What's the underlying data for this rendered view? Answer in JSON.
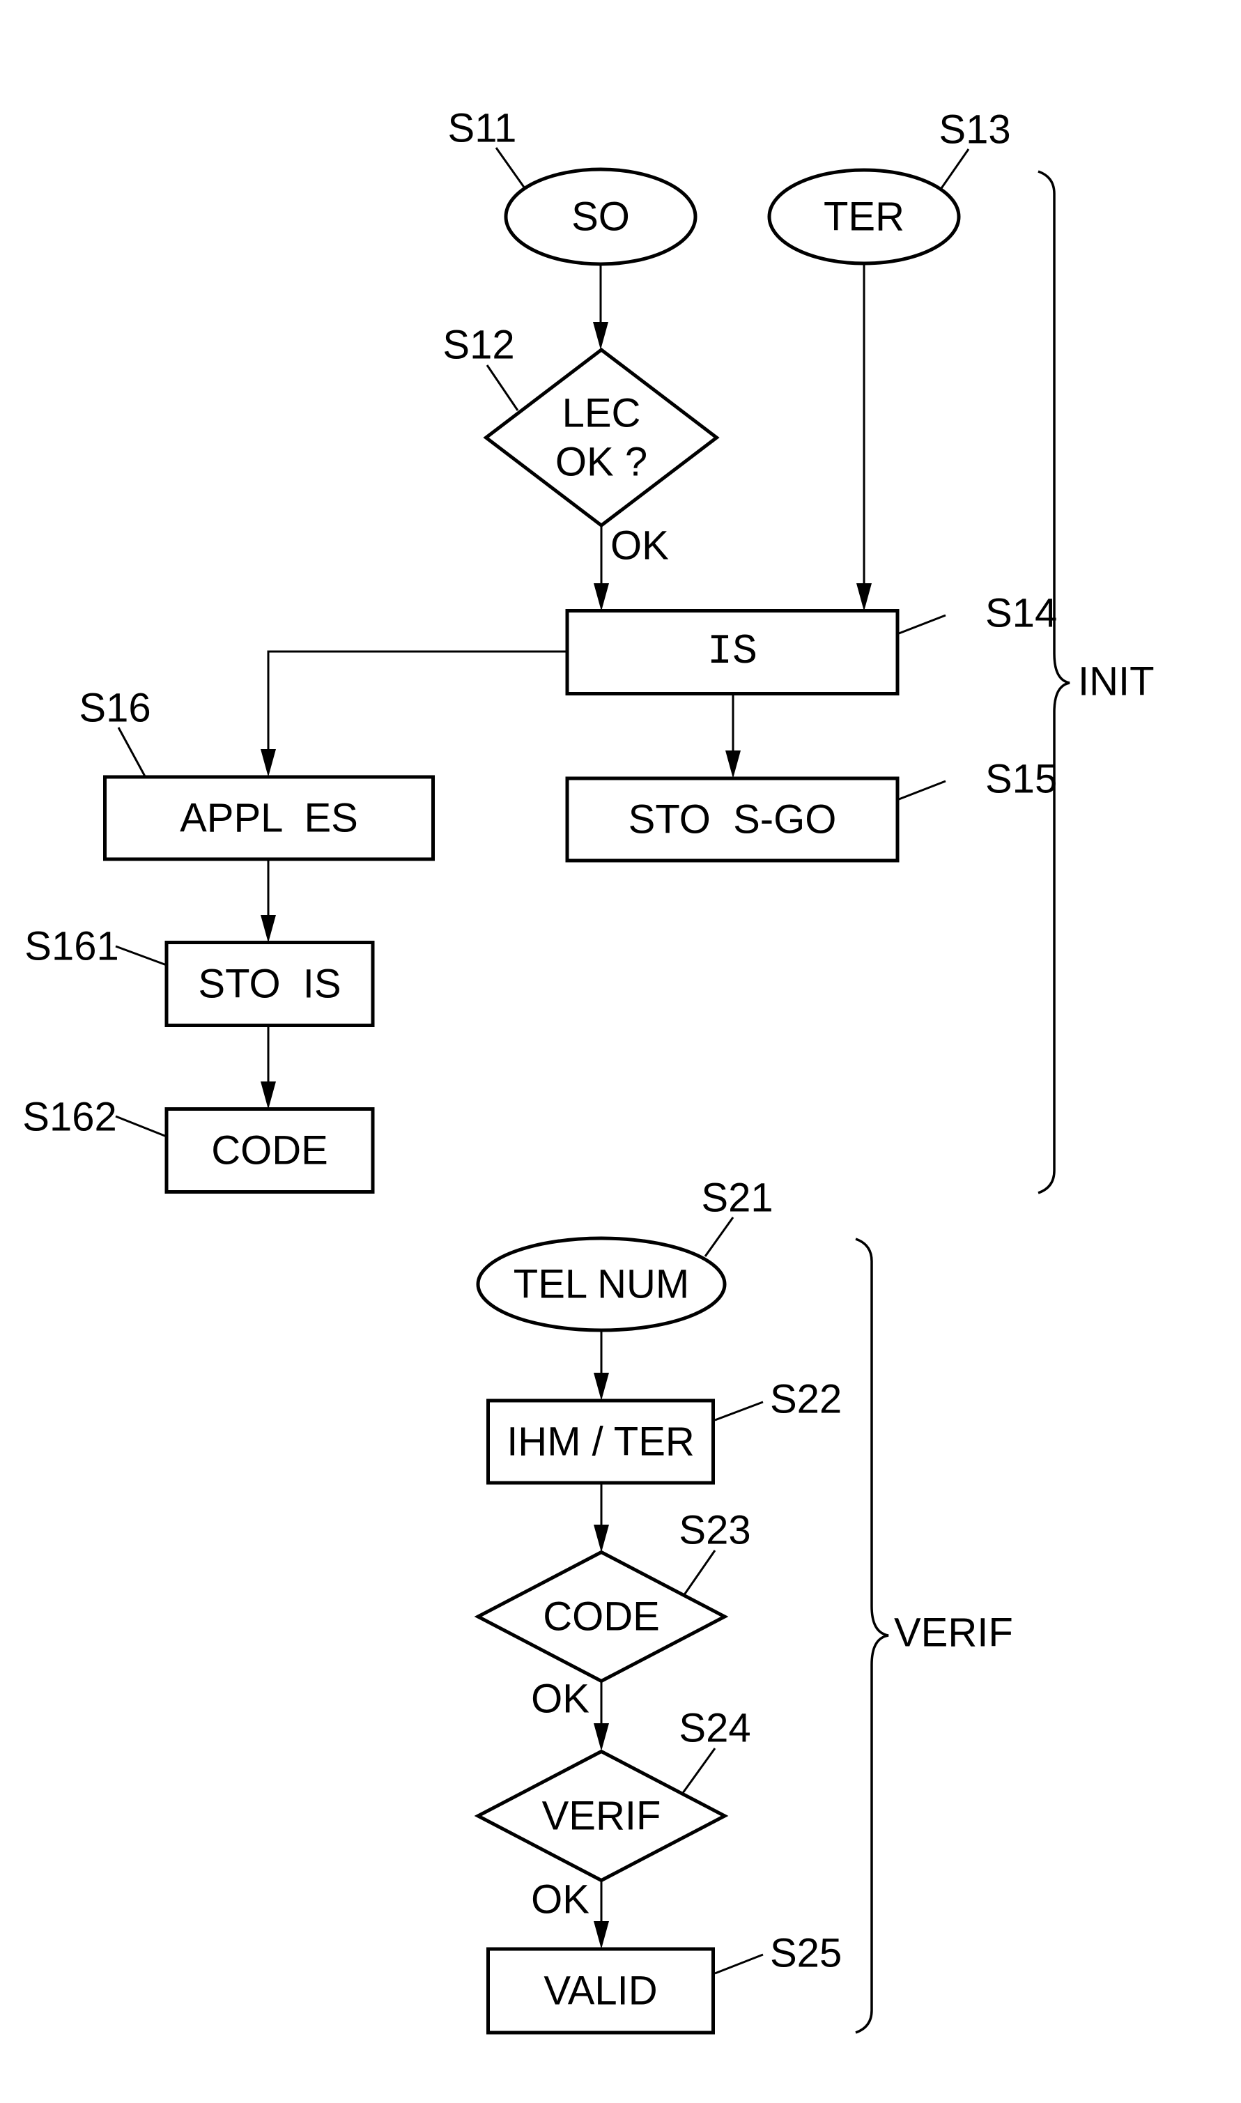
{
  "diagram": {
    "type": "flowchart",
    "groups": [
      {
        "id": "init",
        "label": "INIT"
      },
      {
        "id": "verif",
        "label": "VERIF"
      }
    ],
    "nodes": [
      {
        "id": "S11",
        "ref": "S11",
        "shape": "ellipse",
        "lines": [
          "SO"
        ],
        "group": "init"
      },
      {
        "id": "S13",
        "ref": "S13",
        "shape": "ellipse",
        "lines": [
          "TER"
        ],
        "group": "init"
      },
      {
        "id": "S12",
        "ref": "S12",
        "shape": "diamond",
        "lines": [
          "LEC",
          "OK ?"
        ],
        "group": "init"
      },
      {
        "id": "S14",
        "ref": "S14",
        "shape": "rect",
        "lines": [
          "IS"
        ],
        "group": "init",
        "mono": true
      },
      {
        "id": "S15",
        "ref": "S15",
        "shape": "rect",
        "lines": [
          "STO  S-GO"
        ],
        "group": "init"
      },
      {
        "id": "S16",
        "ref": "S16",
        "shape": "rect",
        "lines": [
          "APPL  ES"
        ],
        "group": "init"
      },
      {
        "id": "S161",
        "ref": "S161",
        "shape": "rect",
        "lines": [
          "STO  IS"
        ],
        "group": "init"
      },
      {
        "id": "S162",
        "ref": "S162",
        "shape": "rect",
        "lines": [
          "CODE"
        ],
        "group": "init"
      },
      {
        "id": "S21",
        "ref": "S21",
        "shape": "ellipse",
        "lines": [
          "TEL NUM"
        ],
        "group": "verif"
      },
      {
        "id": "S22",
        "ref": "S22",
        "shape": "rect",
        "lines": [
          "IHM / TER"
        ],
        "group": "verif"
      },
      {
        "id": "S23",
        "ref": "S23",
        "shape": "diamond",
        "lines": [
          "CODE"
        ],
        "group": "verif"
      },
      {
        "id": "S24",
        "ref": "S24",
        "shape": "diamond",
        "lines": [
          "VERIF"
        ],
        "group": "verif"
      },
      {
        "id": "S25",
        "ref": "S25",
        "shape": "rect",
        "lines": [
          "VALID"
        ],
        "group": "verif"
      }
    ],
    "edges": [
      {
        "from": "S11",
        "to": "S12",
        "label": ""
      },
      {
        "from": "S12",
        "to": "S14",
        "label": "OK"
      },
      {
        "from": "S13",
        "to": "S14",
        "label": ""
      },
      {
        "from": "S14",
        "to": "S15",
        "label": ""
      },
      {
        "from": "S14",
        "to": "S16",
        "label": ""
      },
      {
        "from": "S16",
        "to": "S161",
        "label": ""
      },
      {
        "from": "S161",
        "to": "S162",
        "label": ""
      },
      {
        "from": "S21",
        "to": "S22",
        "label": ""
      },
      {
        "from": "S22",
        "to": "S23",
        "label": ""
      },
      {
        "from": "S23",
        "to": "S24",
        "label": "OK"
      },
      {
        "from": "S24",
        "to": "S25",
        "label": "OK"
      }
    ]
  }
}
